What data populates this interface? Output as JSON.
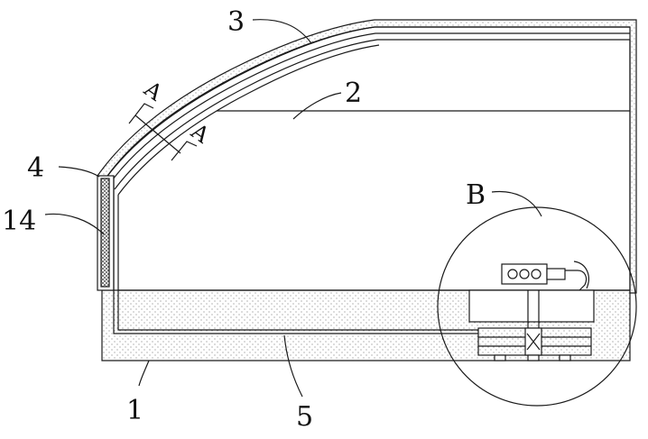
{
  "labels": {
    "label_3": "3",
    "label_2": "2",
    "label_4": "4",
    "label_14": "14",
    "label_b": "B",
    "label_1": "1",
    "label_5": "5",
    "section_a_upper": "A",
    "section_a_lower": "A"
  },
  "colors": {
    "stroke": "#1a1a1a",
    "fill": "#ffffff",
    "stipple": "#555555"
  }
}
